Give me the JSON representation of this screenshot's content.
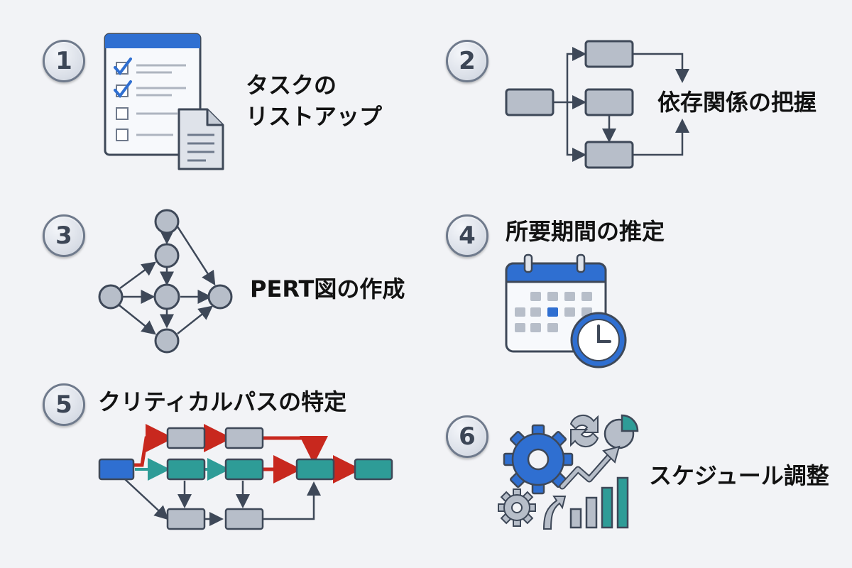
{
  "steps": [
    {
      "number": "1",
      "label_line1": "タスクの",
      "label_line2": "リストアップ"
    },
    {
      "number": "2",
      "label": "依存関係の把握"
    },
    {
      "number": "3",
      "label": "PERT図の作成"
    },
    {
      "number": "4",
      "label": "所要期間の推定"
    },
    {
      "number": "5",
      "label": "クリティカルパスの特定"
    },
    {
      "number": "6",
      "label": "スケジュール調整"
    }
  ],
  "colors": {
    "blue": "#2f6fd1",
    "teal": "#2e9c97",
    "red": "#c8281e",
    "gray_box": "#b7bec9",
    "outline": "#3e4858"
  },
  "icons": [
    "checklist-icon",
    "document-icon",
    "dependency-flow-icon",
    "pert-network-icon",
    "calendar-icon",
    "clock-icon",
    "critical-path-icon",
    "gear-icon",
    "refresh-icon",
    "pie-chart-icon",
    "trend-up-icon",
    "bar-chart-icon"
  ]
}
